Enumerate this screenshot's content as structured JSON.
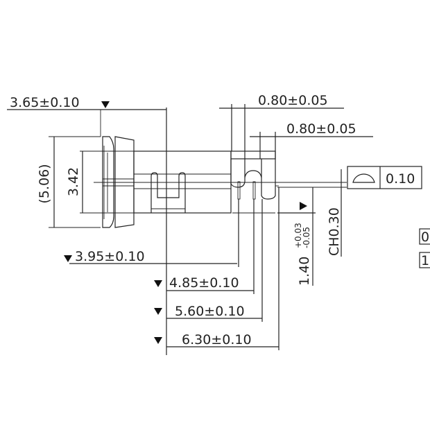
{
  "dimensions": {
    "d_365": "3.65±0.10",
    "d_080_a": "0.80±0.05",
    "d_080_b": "0.80±0.05",
    "d_506": "(5.06)",
    "d_342": "3.42",
    "d_395": "3.95±0.10",
    "d_485": "4.85±0.10",
    "d_560": "5.60±0.10",
    "d_630": "6.30±0.10",
    "d_140": "1.40",
    "d_140_tol_upper": "+0.03",
    "d_140_tol_lower": "-0.05",
    "chamfer": "CH0.30"
  },
  "tolerance_frame": {
    "symbol": "profile-of-a-line-icon",
    "value": "0.10"
  },
  "edge_labels": [
    "0",
    "1"
  ]
}
